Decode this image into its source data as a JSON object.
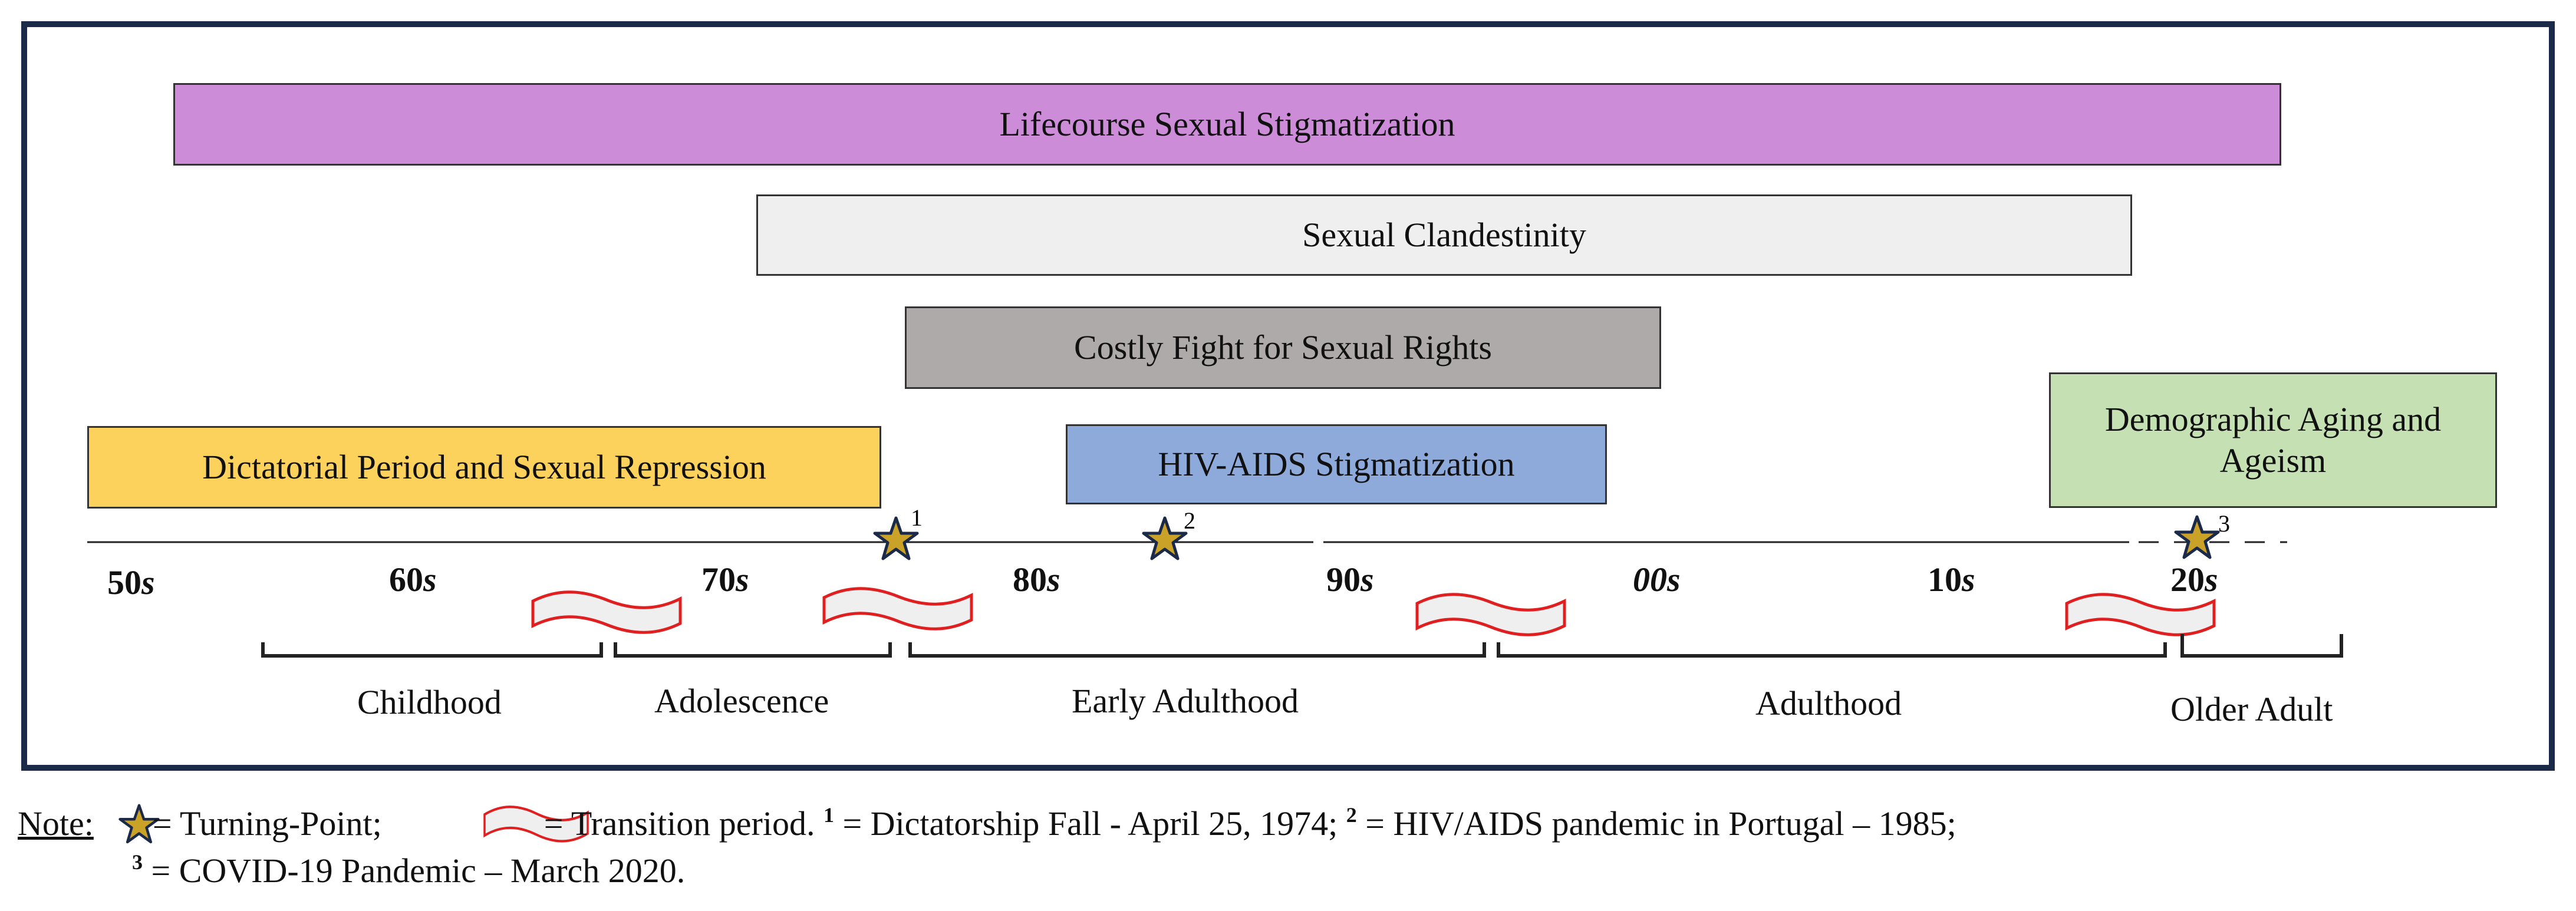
{
  "bars": {
    "lifecourse": "Lifecourse Sexual Stigmatization",
    "clandestinity": "Sexual Clandestinity",
    "costly_fight": "Costly Fight for Sexual Rights",
    "dictatorial": "Dictatorial Period and Sexual Repression",
    "hiv_aids": "HIV-AIDS Stigmatization",
    "demographic_line1": "Demographic Aging and",
    "demographic_line2": "Ageism"
  },
  "colors": {
    "lifecourse": "#cc8cd8",
    "clandestinity": "#efefef",
    "costly_fight": "#aeaaaa",
    "dictatorial": "#fdd25c",
    "hiv_aids": "#8eaadb",
    "demographic": "#c5e0b3",
    "frame": "#1b2a48",
    "star": "#c9a227",
    "transition": "#e02020"
  },
  "decades": [
    {
      "num": "50",
      "suffix": "s"
    },
    {
      "num": "60",
      "suffix": "s"
    },
    {
      "num": "70",
      "suffix": "s"
    },
    {
      "num": "80",
      "suffix": "s"
    },
    {
      "num": "90",
      "suffix": "s"
    },
    {
      "num": "00s",
      "suffix": ""
    },
    {
      "num": "10",
      "suffix": "s"
    },
    {
      "num": "20",
      "suffix": "s"
    }
  ],
  "turning_points": [
    "1",
    "2",
    "3"
  ],
  "stages": [
    "Childhood",
    "Adolescence",
    "Early Adulthood",
    "Adulthood",
    "Older Adult"
  ],
  "note": {
    "label": "Note:",
    "turning_point": "= Turning-Point;",
    "transition": "= Transition period.",
    "fn1_num": "1",
    "fn1_text": " = Dictatorship Fall - April 25, 1974;",
    "fn2_num": "2",
    "fn2_text": " = HIV/AIDS pandemic in Portugal – 1985;",
    "fn3_num": "3",
    "fn3_text": " = COVID-19 Pandemic – March 2020."
  }
}
